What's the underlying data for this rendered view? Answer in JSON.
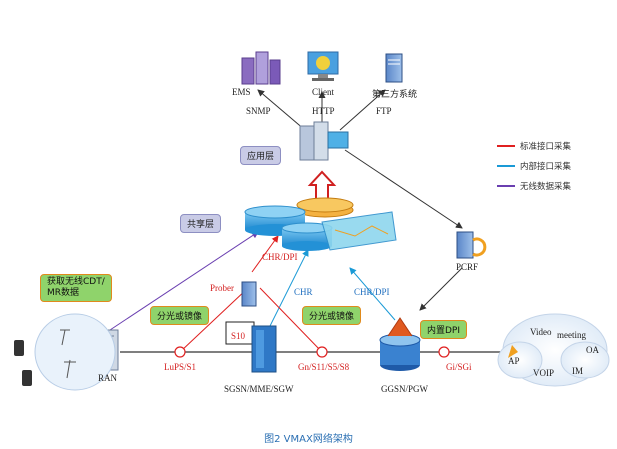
{
  "top_nodes": {
    "ems": "EMS",
    "client": "Client",
    "third_party": "第三方系统"
  },
  "protocols": {
    "snmp": "SNMP",
    "http": "HTTP",
    "ftp": "FTP"
  },
  "layers": {
    "app": "应用层",
    "shared": "共享层"
  },
  "legend": [
    {
      "label": "标准接口采集",
      "color": "#e02020"
    },
    {
      "label": "内部接口采集",
      "color": "#1a9ad6"
    },
    {
      "label": "无线数据采集",
      "color": "#6a3fb0"
    }
  ],
  "callouts": {
    "wireless": "获取无线CDT/\nMR数据",
    "split1": "分光或镜像",
    "split2": "分光或镜像",
    "builtin_dpi": "内置DPI"
  },
  "links": {
    "chr_dpi_prober": "CHR/DPI",
    "chr_sgsn": "CHR",
    "chr_dpi_ggsn": "CHR/DPI"
  },
  "nodes": {
    "prober": "Prober",
    "pcrf": "PCRF",
    "ran": "RAN",
    "sgsn": "SGSN/MME/SGW",
    "ggsn": "GGSN/PGW",
    "s10": "S10"
  },
  "interfaces": {
    "lups": "LuPS/S1",
    "gn": "Gn/S11/S5/S8",
    "gi": "Gi/SGi"
  },
  "cloud_services": {
    "video": "Video",
    "meeting": "meeting",
    "oa": "OA",
    "ap": "AP",
    "voip": "VOIP",
    "im": "IM"
  },
  "caption": "图2  VMAX网络架构",
  "colors": {
    "standard": "#e02020",
    "internal": "#1a9ad6",
    "wireless": "#6a3fb0"
  }
}
